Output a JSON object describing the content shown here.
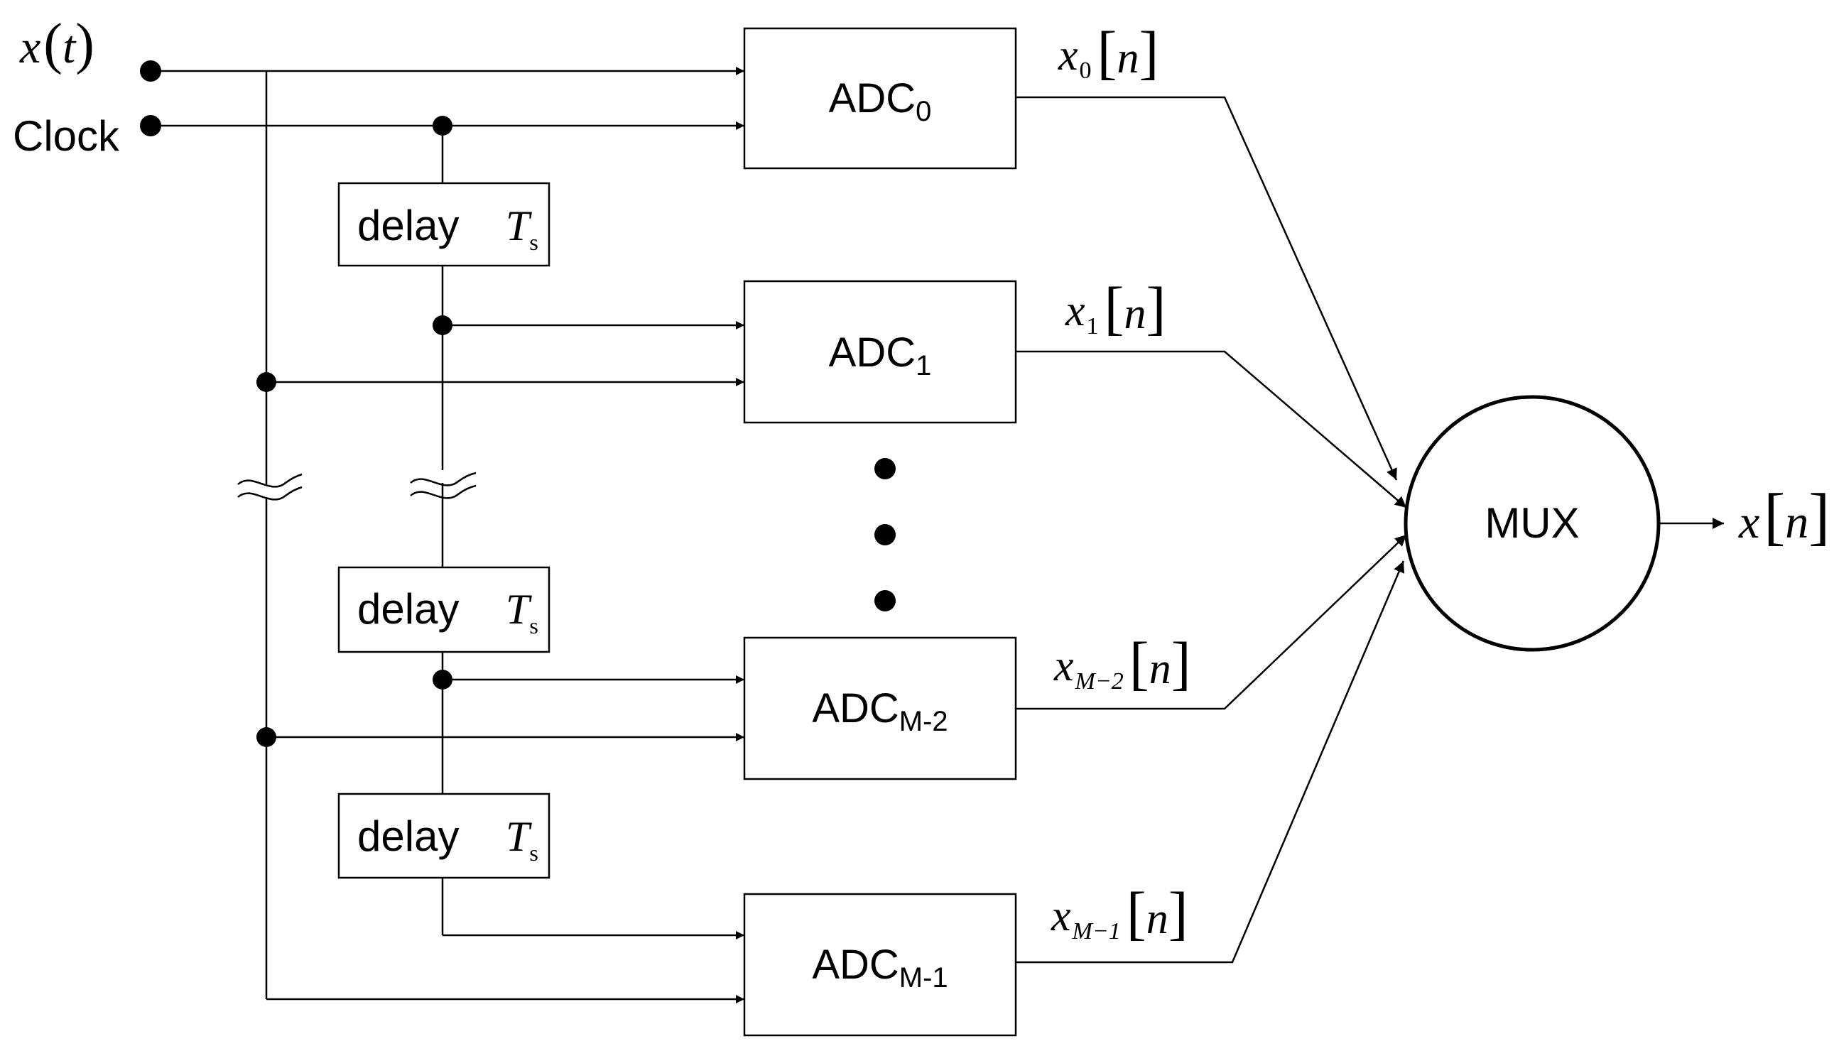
{
  "inputs": {
    "signal": {
      "name": "x",
      "arg": "t"
    },
    "clock": "Clock"
  },
  "adcs": [
    {
      "base": "ADC",
      "sub": "0"
    },
    {
      "base": "ADC",
      "sub": "1"
    },
    {
      "base": "ADC",
      "sub": "M-2"
    },
    {
      "base": "ADC",
      "sub": "M-1"
    }
  ],
  "delays": [
    {
      "label": "delay",
      "sym": "T",
      "sub": "s"
    },
    {
      "label": "delay",
      "sym": "T",
      "sub": "s"
    },
    {
      "label": "delay",
      "sym": "T",
      "sub": "s"
    }
  ],
  "outputs": [
    {
      "name": "x",
      "sub": "0",
      "arg": "n"
    },
    {
      "name": "x",
      "sub": "1",
      "arg": "n"
    },
    {
      "name": "x",
      "sub": "M−2",
      "arg": "n"
    },
    {
      "name": "x",
      "sub": "M−1",
      "arg": "n"
    }
  ],
  "mux": {
    "label": "MUX"
  },
  "final_output": {
    "name": "x",
    "arg": "n"
  }
}
